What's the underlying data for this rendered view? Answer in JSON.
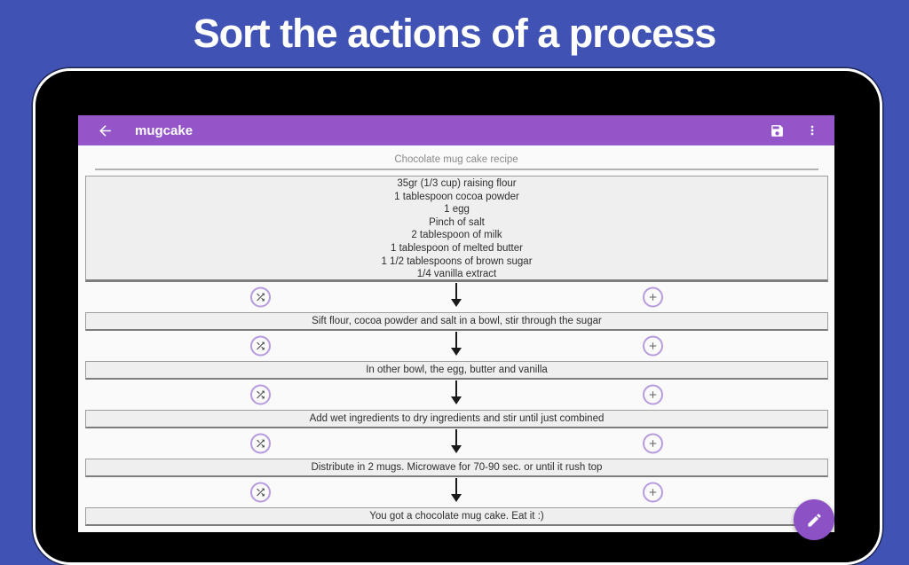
{
  "banner": {
    "title": "Sort the actions of a process"
  },
  "toolbar": {
    "title": "mugcake"
  },
  "recipe": {
    "title": "Chocolate mug cake recipe",
    "ingredients": [
      "35gr (1/3 cup) raising flour",
      "1 tablespoon cocoa powder",
      "1 egg",
      "Pinch of salt",
      "2 tablespoon of milk",
      "1 tablespoon of melted butter",
      "1 1/2 tablespoons of brown sugar",
      "1/4 vanilla extract"
    ],
    "steps": [
      "Sift flour, cocoa powder and salt in a bowl, stir through the sugar",
      "In other bowl, the egg, butter and vanilla",
      "Add wet ingredients to dry ingredients and stir until just combined",
      "Distribute in 2 mugs. Microwave for 70-90 sec. or until it rush top",
      "You got a chocolate mug cake. Eat it :)"
    ]
  },
  "icons": {
    "back": "arrow-left-icon",
    "save": "floppy-disk-icon",
    "menu": "three-dot-overflow-icon",
    "swap": "shuffle-icon",
    "add": "plus-icon",
    "flow": "down-arrow-icon",
    "fab": "pencil-icon"
  },
  "colors": {
    "background": "#4053b5",
    "toolbar": "#9355c8",
    "fab": "#8b51c5",
    "icon_ring": "#b79bdf",
    "box_bg": "#f0efef",
    "box_border": "#9d9d9d"
  }
}
